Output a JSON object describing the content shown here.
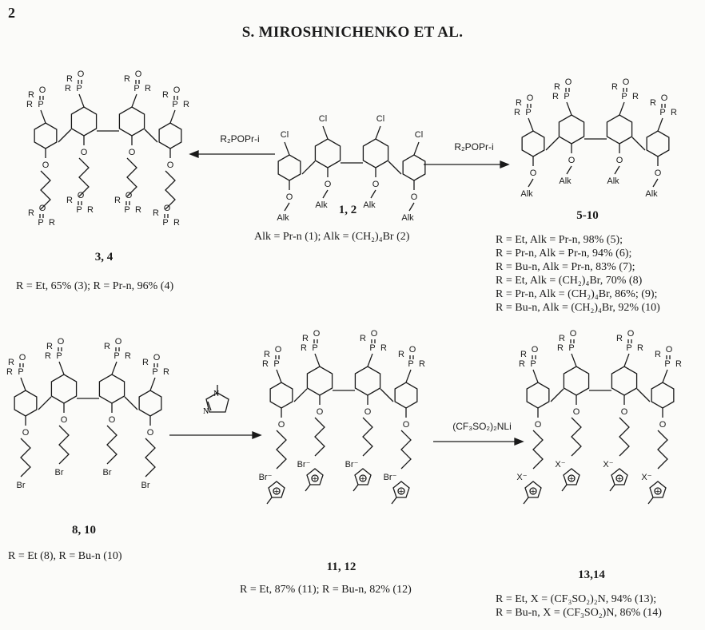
{
  "page": {
    "number": "2",
    "running_head": "S. MIROSHNICHENKO ET AL."
  },
  "row1": {
    "center": {
      "id": "1, 2",
      "caption": "Alk = Pr-n (1); Alk = (CH₂)₄Br (2)"
    },
    "left_reagent": "R₂POPr-i",
    "right_reagent": "R₂POPr-i",
    "left": {
      "id": "3, 4",
      "caption": "R = Et, 65% (3); R = Pr-n, 96% (4)"
    },
    "right": {
      "id": "5-10",
      "captions": [
        "R = Et, Alk = Pr-n, 98% (5);",
        "R = Pr-n, Alk = Pr-n, 94% (6);",
        "R = Bu-n, Alk = Pr-n, 83% (7);",
        "R = Et, Alk = (CH₂)₄Br, 70% (8)",
        "R = Pr-n, Alk = (CH₂)₄Br, 86%; (9);",
        "R = Bu-n, Alk = (CH₂)₄Br, 92% (10)"
      ]
    }
  },
  "row2": {
    "left": {
      "id": "8, 10",
      "caption": "R = Et (8), R = Bu-n (10)"
    },
    "mid_reagent": "N-methylimidazole",
    "center": {
      "id": "11, 12",
      "caption": "R = Et, 87% (11); R = Bu-n, 82% (12)"
    },
    "right_reagent": "(CF₃SO₂)₂NLi",
    "right": {
      "id": "13,14",
      "captions": [
        "R = Et, X = (CF₃SO₂)₂N, 94% (13);",
        "R = Bu-n, X = (CF₃SO₂)N, 86% (14)"
      ]
    }
  },
  "atom_labels": {
    "P": "P",
    "O": "O",
    "R": "R",
    "Cl": "Cl",
    "Alk": "Alk",
    "Br": "Br",
    "N": "N",
    "plus": "+",
    "Br_anion": "Br⁻",
    "X_anion": "X⁻"
  }
}
